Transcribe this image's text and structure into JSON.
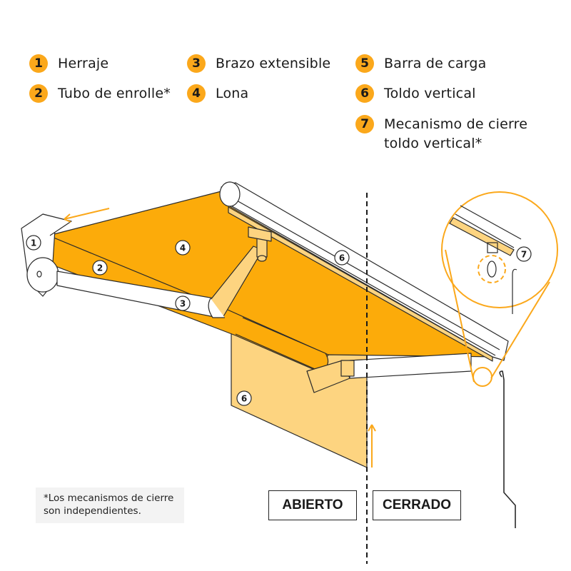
{
  "legend": {
    "items": [
      {
        "number": "1",
        "label": "Herraje"
      },
      {
        "number": "2",
        "label": "Tubo de enrolle*"
      },
      {
        "number": "3",
        "label": "Brazo extensible"
      },
      {
        "number": "4",
        "label": "Lona"
      },
      {
        "number": "5",
        "label": "Barra de carga"
      },
      {
        "number": "6",
        "label": "Toldo vertical"
      },
      {
        "number": "7",
        "label_line1": "Mecanismo de cierre",
        "label_line2": "toldo vertical*"
      }
    ]
  },
  "diagram": {
    "callouts": [
      "1",
      "2",
      "3",
      "4",
      "6",
      "6",
      "7"
    ],
    "colors": {
      "accent": "#FBA81B",
      "canvas": "#FCAB0A",
      "vertical_panel": "#FDD480",
      "outline": "#2a2a2a"
    }
  },
  "footnote": {
    "line1": "*Los mecanismos de cierre",
    "line2": "son independientes."
  },
  "states": {
    "open_label": "ABIERTO",
    "closed_label": "CERRADO"
  }
}
